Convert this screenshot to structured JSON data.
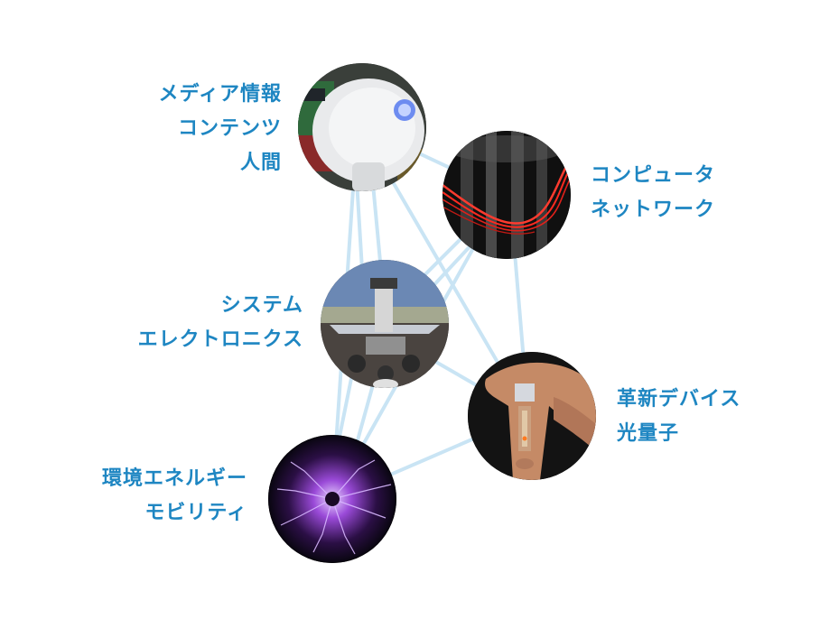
{
  "line_color": "#c9e4f4",
  "label_color": "#1e86c2",
  "fields": [
    {
      "id": "media",
      "label_lines": [
        "メディア情報",
        "コンテンツ",
        "人間"
      ],
      "icon": "robot-photo"
    },
    {
      "id": "network",
      "label_lines": [
        "コンピュータ",
        "ネットワーク"
      ],
      "icon": "red-light-trails-photo"
    },
    {
      "id": "system",
      "label_lines": [
        "システム",
        "エレクトロニクス"
      ],
      "icon": "planetary-rover-photo"
    },
    {
      "id": "device",
      "label_lines": [
        "革新デバイス",
        "光量子"
      ],
      "icon": "finger-sensor-photo"
    },
    {
      "id": "energy",
      "label_lines": [
        "環境エネルギー",
        "モビリティ"
      ],
      "icon": "plasma-discharge-photo"
    }
  ]
}
